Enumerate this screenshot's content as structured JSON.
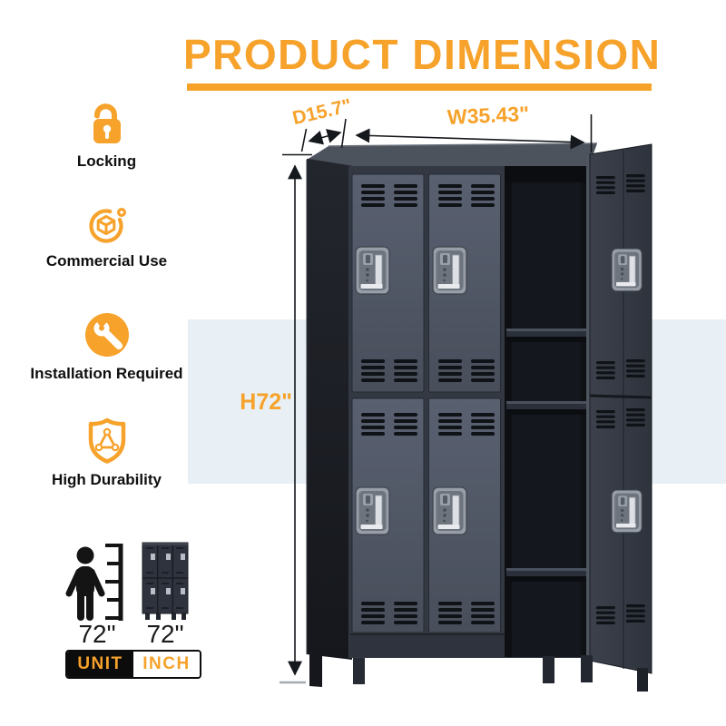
{
  "title": "PRODUCT DIMENSION",
  "features": [
    {
      "icon": "lock-icon",
      "label": "Locking"
    },
    {
      "icon": "cube-commercial-icon",
      "label": "Commercial Use"
    },
    {
      "icon": "wrench-icon",
      "label": "Installation Required"
    },
    {
      "icon": "shield-icon",
      "label": "High Durability"
    }
  ],
  "dimensions": {
    "depth": "D15.7\"",
    "width": "W35.43\"",
    "height": "H72\""
  },
  "scale_reference": {
    "person_height": "72\"",
    "locker_height": "72\"",
    "unit_label": "UNIT",
    "unit_value": "INCH"
  },
  "colors": {
    "accent_orange": "#F6A22B",
    "band_blue": "#E8F0F6",
    "locker_door": "#4E5562",
    "locker_side": "#1B1E24",
    "chrome": "#DCDFE4",
    "text_black": "#141414"
  }
}
